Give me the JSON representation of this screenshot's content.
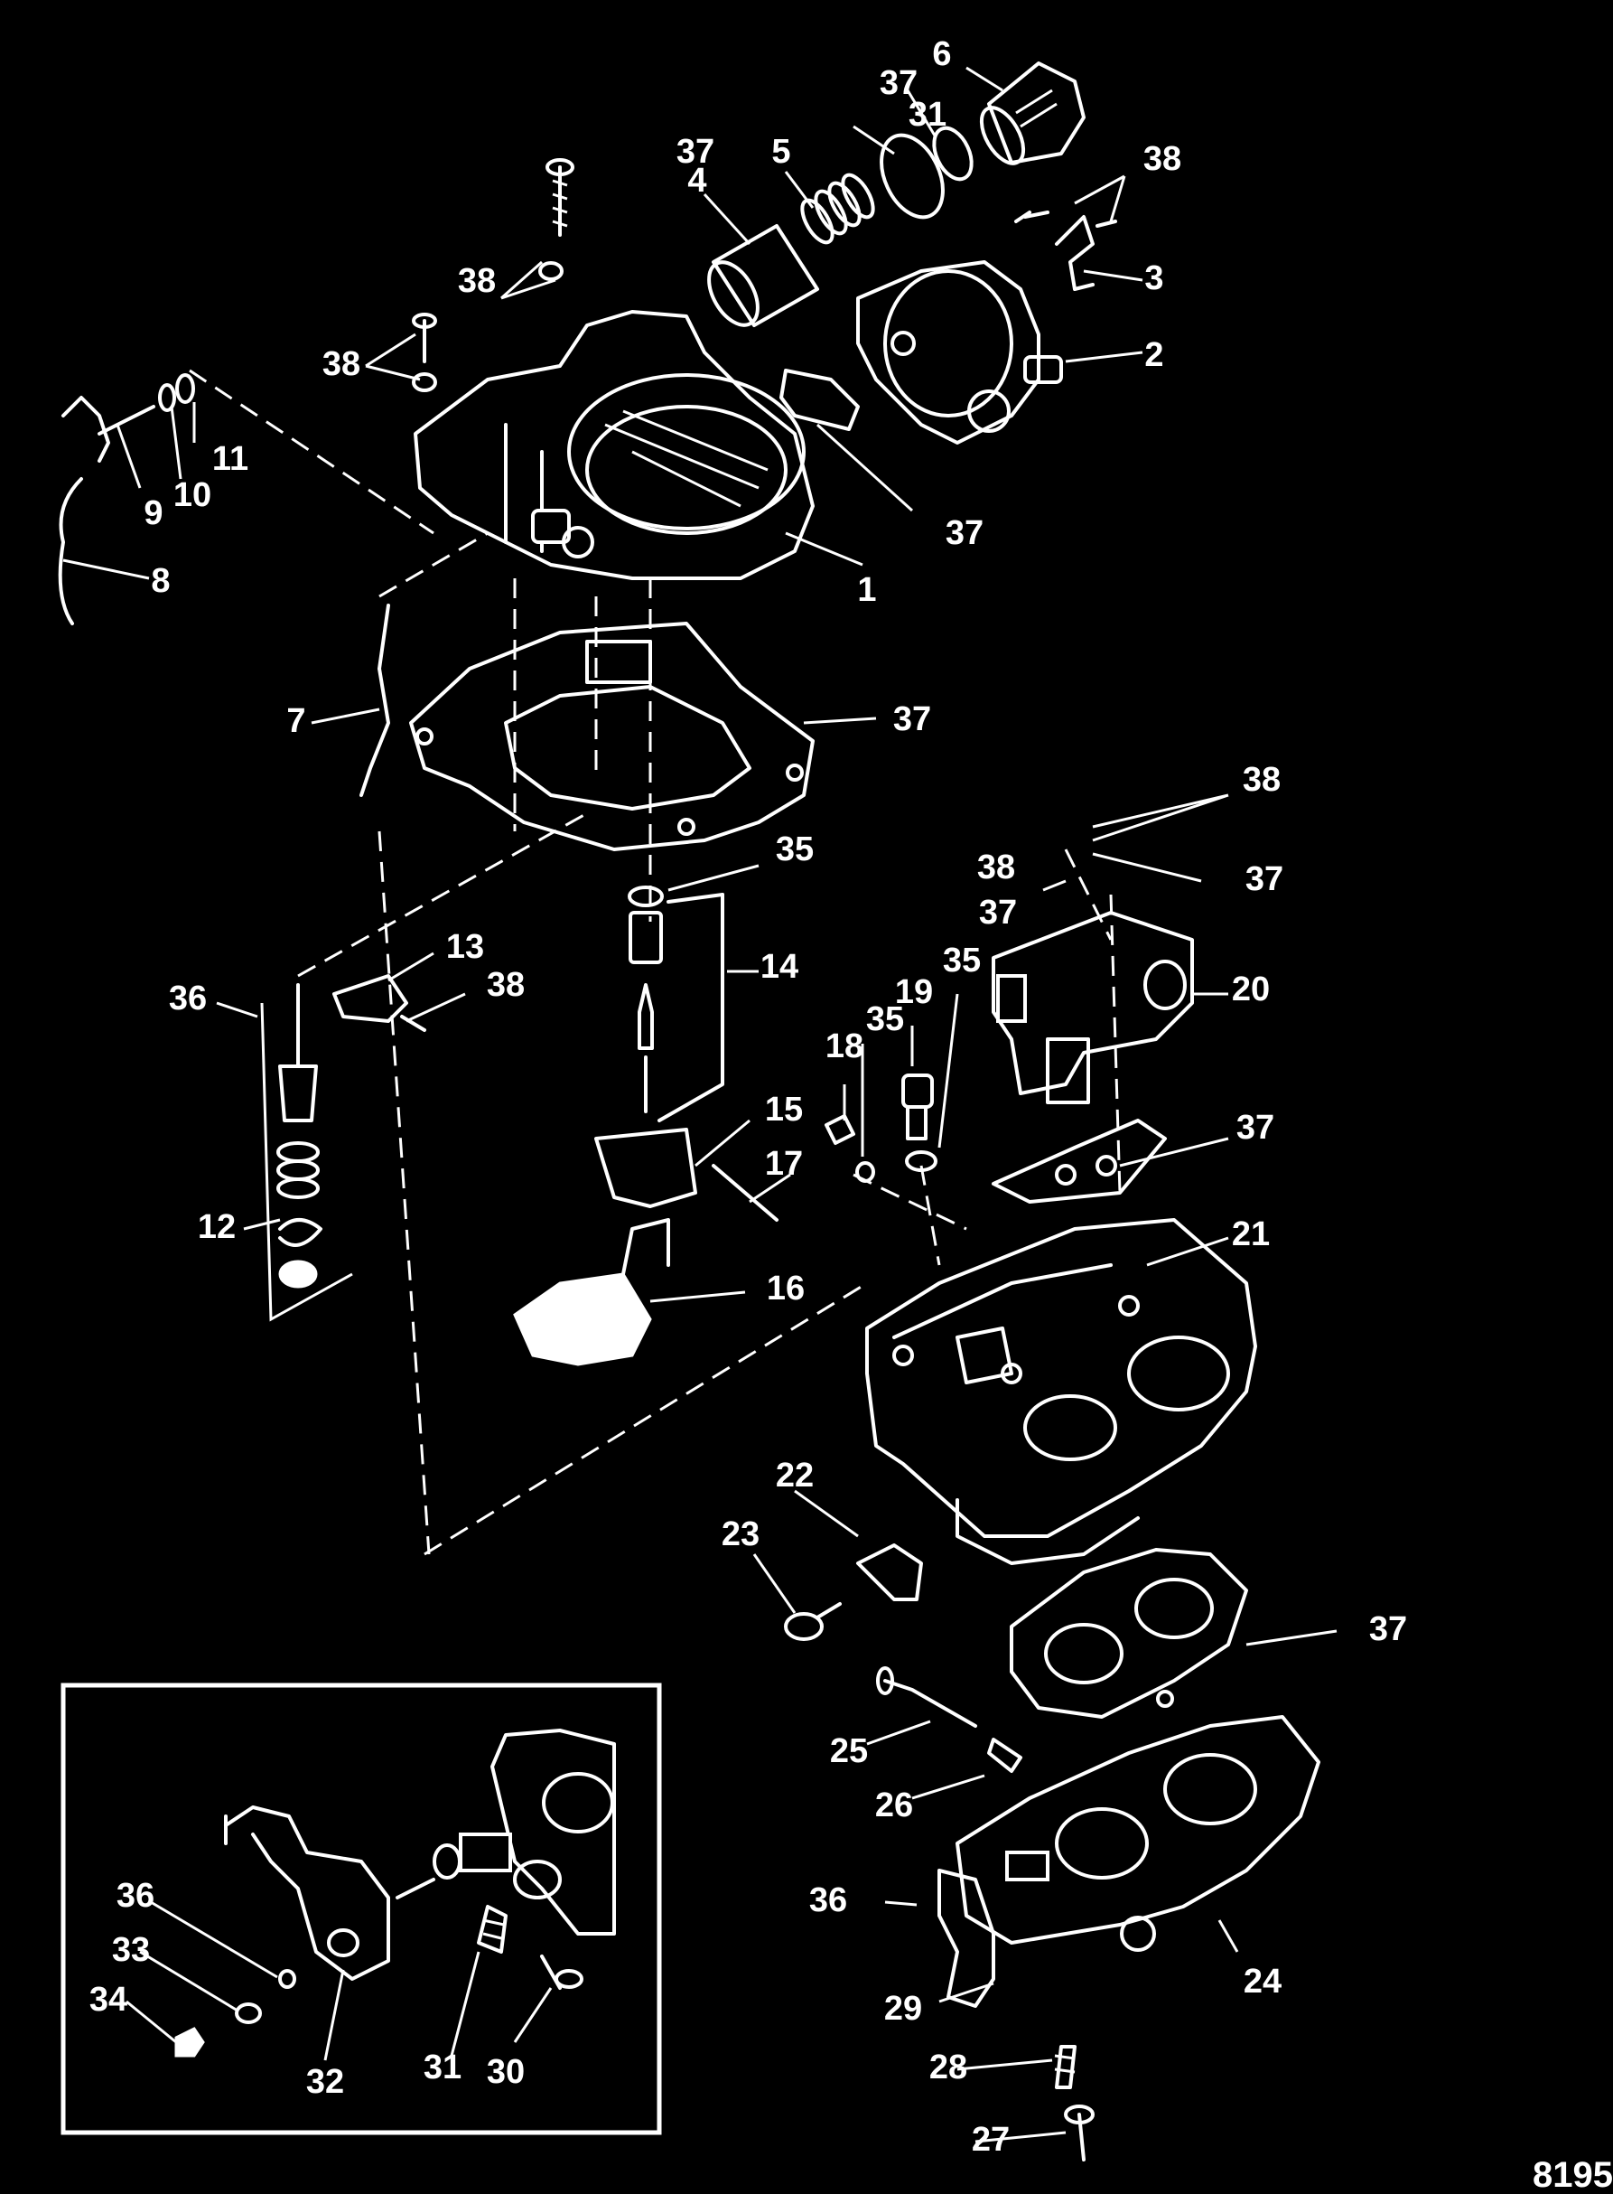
{
  "figure_ref": "8195",
  "callouts": [
    {
      "id": "c1",
      "text": "1"
    },
    {
      "id": "c2",
      "text": "2"
    },
    {
      "id": "c3",
      "text": "3"
    },
    {
      "id": "c4",
      "text": "4"
    },
    {
      "id": "c5",
      "text": "5"
    },
    {
      "id": "c6",
      "text": "6"
    },
    {
      "id": "c7",
      "text": "7"
    },
    {
      "id": "c8",
      "text": "8"
    },
    {
      "id": "c9",
      "text": "9"
    },
    {
      "id": "c10",
      "text": "10"
    },
    {
      "id": "c11",
      "text": "11"
    },
    {
      "id": "c12",
      "text": "12"
    },
    {
      "id": "c13",
      "text": "13"
    },
    {
      "id": "c14",
      "text": "14"
    },
    {
      "id": "c15",
      "text": "15"
    },
    {
      "id": "c16",
      "text": "16"
    },
    {
      "id": "c17",
      "text": "17"
    },
    {
      "id": "c18",
      "text": "18"
    },
    {
      "id": "c19",
      "text": "19"
    },
    {
      "id": "c20",
      "text": "20"
    },
    {
      "id": "c21",
      "text": "21"
    },
    {
      "id": "c22",
      "text": "22"
    },
    {
      "id": "c23",
      "text": "23"
    },
    {
      "id": "c24",
      "text": "24"
    },
    {
      "id": "c25",
      "text": "25"
    },
    {
      "id": "c26",
      "text": "26"
    },
    {
      "id": "c27",
      "text": "27"
    },
    {
      "id": "c28",
      "text": "28"
    },
    {
      "id": "c29",
      "text": "29"
    },
    {
      "id": "c30",
      "text": "30"
    },
    {
      "id": "c31a",
      "text": "31"
    },
    {
      "id": "c31b",
      "text": "31"
    },
    {
      "id": "c32",
      "text": "32"
    },
    {
      "id": "c33",
      "text": "33"
    },
    {
      "id": "c34",
      "text": "34"
    },
    {
      "id": "c35a",
      "text": "35"
    },
    {
      "id": "c35b",
      "text": "35"
    },
    {
      "id": "c35c",
      "text": "35"
    },
    {
      "id": "c36a",
      "text": "36"
    },
    {
      "id": "c36b",
      "text": "36"
    },
    {
      "id": "c36c",
      "text": "36"
    },
    {
      "id": "c37a",
      "text": "37"
    },
    {
      "id": "c37b",
      "text": "37"
    },
    {
      "id": "c37c",
      "text": "37"
    },
    {
      "id": "c37d",
      "text": "37"
    },
    {
      "id": "c37e",
      "text": "37"
    },
    {
      "id": "c37f",
      "text": "37"
    },
    {
      "id": "c37g",
      "text": "37"
    },
    {
      "id": "c37h",
      "text": "37"
    },
    {
      "id": "c38a",
      "text": "38"
    },
    {
      "id": "c38b",
      "text": "38"
    },
    {
      "id": "c38c",
      "text": "38"
    },
    {
      "id": "c38d",
      "text": "38"
    },
    {
      "id": "c38e",
      "text": "38"
    },
    {
      "id": "c38f",
      "text": "38"
    }
  ]
}
